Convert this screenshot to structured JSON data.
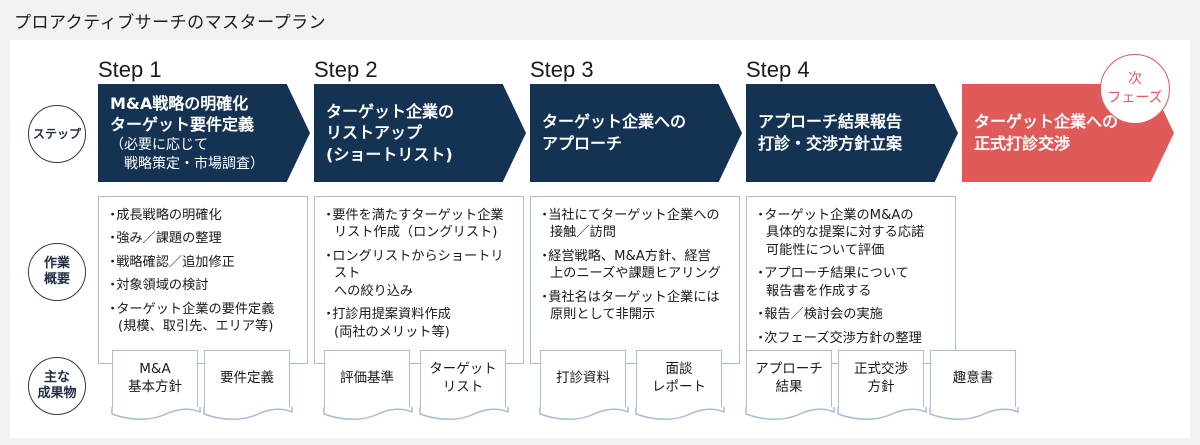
{
  "title": "プロアクティブサーチのマスタープラン",
  "row_labels": {
    "step": "ステップ",
    "work": "作業\n概要",
    "deliverables": "主な\n成果物"
  },
  "steps": [
    {
      "label": "Step 1",
      "arrow_main": "M&A戦略の明確化\nターゲット要件定義",
      "arrow_sub": "（必要に応じて\n　戦略策定・市場調査）",
      "work": [
        "成長戦略の明確化",
        "強み／課題の整理",
        "戦略確認／追加修正",
        "対象領域の検討",
        "ターゲット企業の要件定義\n(規模、取引先、エリア等)"
      ],
      "deliverables": [
        "M&A\n基本方針",
        "要件定義"
      ]
    },
    {
      "label": "Step 2",
      "arrow_main": "ターゲット企業の\nリストアップ\n(ショートリスト)",
      "arrow_sub": "",
      "work": [
        "要件を満たすターゲット企業\nリスト作成（ロングリスト)",
        "ロングリストからショートリスト\nへの絞り込み",
        "打診用提案資料作成\n(両社のメリット等)"
      ],
      "deliverables": [
        "評価基準",
        "ターゲット\nリスト"
      ]
    },
    {
      "label": "Step 3",
      "arrow_main": "ターゲット企業への\nアプローチ",
      "arrow_sub": "",
      "work": [
        "当社にてターゲット企業への\n接触／訪問",
        "経営戦略、M&A方針、経営\n上のニーズや課題ヒアリング",
        "貴社名はターゲット企業には\n原則として非開示"
      ],
      "deliverables": [
        "打診資料",
        "面談\nレポート"
      ]
    },
    {
      "label": "Step 4",
      "arrow_main": "アプローチ結果報告\n打診・交渉方針立案",
      "arrow_sub": "",
      "work": [
        "ターゲット企業のM&Aの\n具体的な提案に対する応諾\n可能性について評価",
        "アプローチ結果について\n報告書を作成する",
        "報告／検討会の実施",
        "次フェーズ交渉方針の整理"
      ],
      "deliverables": [
        "アプローチ\n結果",
        "正式交渉\n方針",
        "趣意書"
      ]
    }
  ],
  "next_phase": {
    "badge": "次\nフェーズ",
    "arrow_main": "ターゲット企業への\n正式打診交渉"
  },
  "colors": {
    "arrow": "#143252",
    "next": "#e15a5a",
    "border": "#a9bcd6"
  }
}
